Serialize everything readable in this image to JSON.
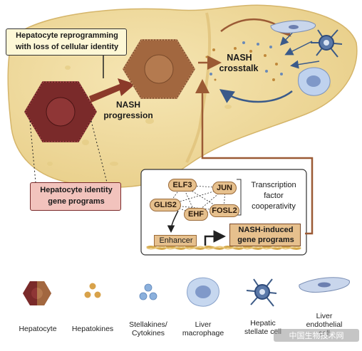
{
  "top_box": {
    "line1": "Hepatocyte reprogramming",
    "line2": "with loss of cellular identity"
  },
  "nash_progression": {
    "line1": "NASH",
    "line2": "progression"
  },
  "nash_crosstalk": {
    "line1": "NASH",
    "line2": "crosstalk"
  },
  "identity_box": {
    "line1": "Hepatocyte identity",
    "line2": "gene programs"
  },
  "inset": {
    "tfs": [
      "ELF3",
      "JUN",
      "GLIS2",
      "EHF",
      "FOSL2"
    ],
    "tf_cooperativity": {
      "line1": "Transcription",
      "line2": "factor",
      "line3": "cooperativity"
    },
    "enhancer": "Enhancer",
    "nash_genes": {
      "line1": "NASH-induced",
      "line2": "gene programs"
    }
  },
  "legend": {
    "hepatocyte": "Hepatocyte",
    "hepatokines": "Hepatokines",
    "stellakines": {
      "line1": "Stellakines/",
      "line2": "Cytokines"
    },
    "macrophage": {
      "line1": "Liver",
      "line2": "macrophage"
    },
    "stellate": {
      "line1": "Hepatic",
      "line2": "stellate cell"
    },
    "endothelial": {
      "line1": "Liver",
      "line2": "endothelial",
      "line3": "cell"
    }
  },
  "watermark": "中国生物技术网",
  "colors": {
    "liver": "#f2dfa3",
    "liver_dark": "#e3c57a",
    "dark_hepatocyte": "#7a2a2a",
    "light_hepatocyte": "#a2673f",
    "arrow": "#9b5a35",
    "blue_arrow": "#3a5a8a",
    "tf_fill": "#e6c08d",
    "identity_fill": "#f2c3bd"
  }
}
